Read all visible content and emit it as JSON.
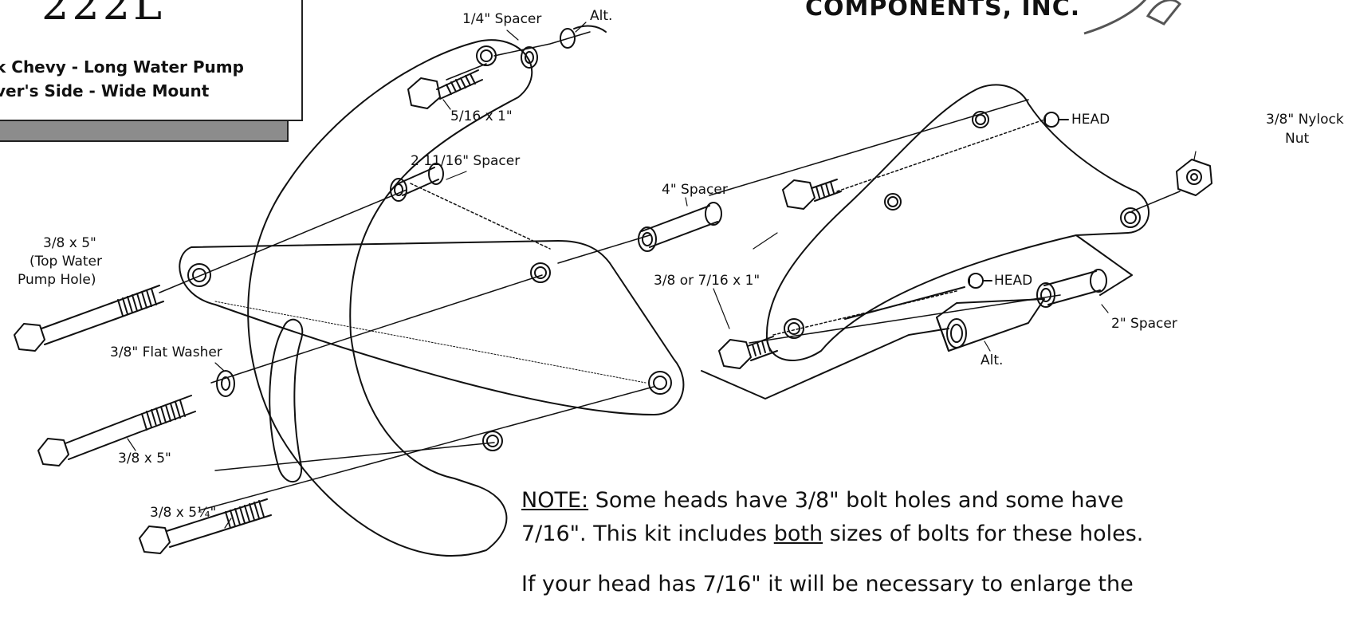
{
  "title_block": {
    "part_number": "222L",
    "line1": "k Chevy - Long Water Pump",
    "line2": "ver's Side - Wide Mount"
  },
  "company": "COMPONENTS, INC.",
  "labels": {
    "spacer_quarter": "1/4\" Spacer",
    "alt_top": "Alt.",
    "bolt_5_16x1": "5/16 x 1\"",
    "spacer_2_11_16": "2 11/16\" Spacer",
    "head_top": "HEAD",
    "nylock_1": "3/8\" Nylock",
    "nylock_2": "Nut",
    "spacer_4": "4\" Spacer",
    "bolt_top_1": "3/8 x 5\"",
    "bolt_top_2": "(Top Water",
    "bolt_top_3": "Pump Hole)",
    "bolt_head": "3/8 or 7/16 x 1\"",
    "head_mid": "HEAD",
    "flat_washer": "3/8\" Flat Washer",
    "spacer_2": "2\" Spacer",
    "alt_bottom": "Alt.",
    "bolt_mid": "3/8 x 5\"",
    "bolt_bottom": "3/8 x 5¼\""
  },
  "note": {
    "prefix": "NOTE:",
    "line1": "  Some heads have 3/8\" bolt holes and some have",
    "line2_a": "7/16\".  This kit includes ",
    "line2_b": "both",
    "line2_c": " sizes of bolts for these holes.",
    "line3": "If your head has 7/16\" it will be necessary to enlarge the"
  }
}
